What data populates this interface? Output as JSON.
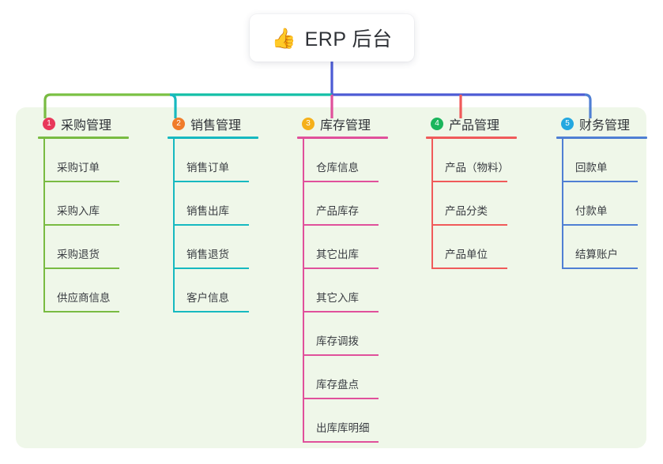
{
  "title": {
    "emoji": "👍",
    "emoji_name": "thumbs-up-icon",
    "text": "ERP 后台"
  },
  "colors": {
    "panel_bg": "#eff7e9",
    "card_bg": "#ffffff",
    "text": "#2f3237",
    "trunk_green": "#7ac143",
    "trunk_teal": "#12bfa6",
    "trunk_blue": "#4c5bd4"
  },
  "columns": [
    {
      "index": "1",
      "badge_color": "#e8385a",
      "line_color": "#79bb42",
      "title": "采购管理",
      "items": [
        "采购订单",
        "采购入库",
        "采购退货",
        "供应商信息"
      ]
    },
    {
      "index": "2",
      "badge_color": "#f07c2a",
      "line_color": "#16b9c0",
      "title": "销售管理",
      "items": [
        "销售订单",
        "销售出库",
        "销售退货",
        "客户信息"
      ]
    },
    {
      "index": "3",
      "badge_color": "#f5b01a",
      "line_color": "#e0509b",
      "title": "库存管理",
      "items": [
        "仓库信息",
        "产品库存",
        "其它出库",
        "其它入库",
        "库存调拨",
        "库存盘点",
        "出库库明细"
      ]
    },
    {
      "index": "4",
      "badge_color": "#1bb55c",
      "line_color": "#f05a5a",
      "title": "产品管理",
      "items": [
        "产品（物料）",
        "产品分类",
        "产品单位"
      ]
    },
    {
      "index": "5",
      "badge_color": "#24a8e0",
      "line_color": "#4f7fd4",
      "title": "财务管理",
      "items": [
        "回款单",
        "付款单",
        "结算账户"
      ]
    }
  ]
}
